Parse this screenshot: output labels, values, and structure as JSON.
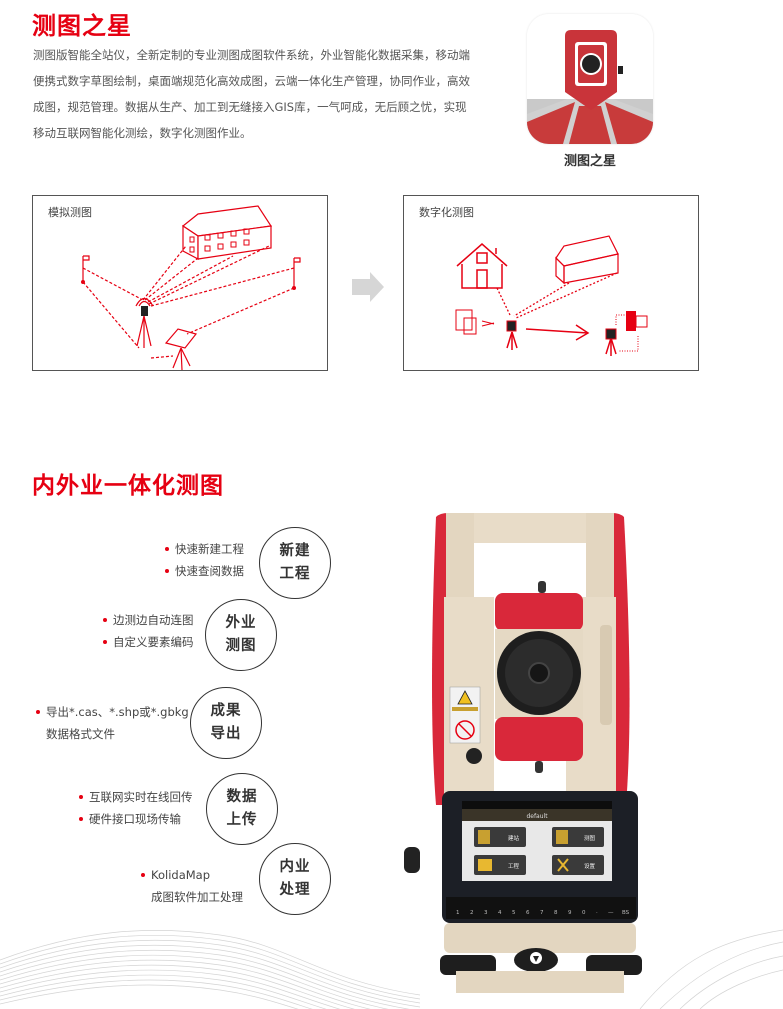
{
  "section1": {
    "title": "测图之星",
    "intro": "测图版智能全站仪，全新定制的专业测图成图软件系统，外业智能化数据采集，移动端便携式数字草图绘制，桌面端规范化高效成图，云端一体化生产管理，协同作业，高效成图，规范管理。数据从生产、加工到无缝接入GIS库，一气呵成，无后顾之忧，实现移动互联网智能化测绘，数字化测图作业。",
    "app_icon_caption": "测图之星",
    "diagram_left_label": "模拟测图",
    "diagram_right_label": "数字化测图"
  },
  "section2": {
    "title": "内外业一体化测图",
    "features": [
      {
        "circle": [
          "新建",
          "工程"
        ],
        "items": [
          "快速新建工程",
          "快速查阅数据"
        ]
      },
      {
        "circle": [
          "外业",
          "测图"
        ],
        "items": [
          "边测边自动连图",
          "自定义要素编码"
        ]
      },
      {
        "circle": [
          "成果",
          "导出"
        ],
        "items": [
          "导出*.cas、*.shp或*.gbkg",
          "数据格式文件"
        ]
      },
      {
        "circle": [
          "数据",
          "上传"
        ],
        "items": [
          "互联网实时在线回传",
          "硬件接口现场传输"
        ]
      },
      {
        "circle": [
          "内业",
          "处理"
        ],
        "items": [
          "KolidaMap",
          "成图软件加工处理"
        ]
      }
    ],
    "device_screen": {
      "title": "default",
      "tiles": [
        "建站",
        "测图",
        "工程",
        "设置"
      ],
      "keys": [
        "1",
        "2",
        "3",
        "4",
        "5",
        "6",
        "7",
        "8",
        "9",
        "0",
        "·",
        "—",
        "BS"
      ]
    }
  },
  "colors": {
    "accent": "#e60012",
    "text": "#444444",
    "device_red": "#d9283a",
    "device_beige": "#e8dcc8"
  }
}
